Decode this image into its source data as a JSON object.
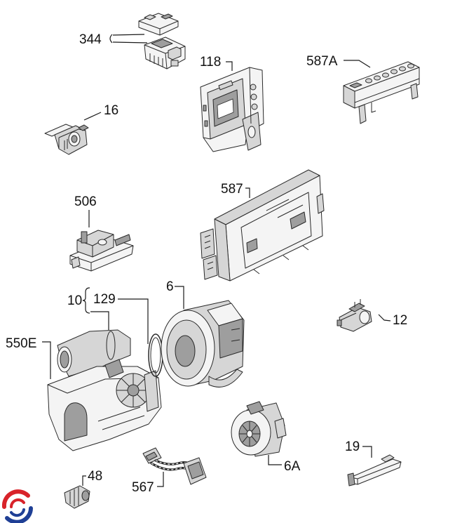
{
  "colors": {
    "line": "#2a2a2a",
    "fill_light": "#f4f4f4",
    "fill_mid": "#d6d6d6",
    "fill_dark": "#9e9e9e",
    "background": "#ffffff"
  },
  "logo": {
    "colors": {
      "red": "#d8232a",
      "blue": "#1f3f95"
    }
  },
  "parts": [
    {
      "label": "344"
    },
    {
      "label": "118"
    },
    {
      "label": "587A"
    },
    {
      "label": "16"
    },
    {
      "label": "506"
    },
    {
      "label": "587"
    },
    {
      "label": "6"
    },
    {
      "label": "10"
    },
    {
      "label": "129"
    },
    {
      "label": "12"
    },
    {
      "label": "550E"
    },
    {
      "label": "19"
    },
    {
      "label": "6A"
    },
    {
      "label": "48"
    },
    {
      "label": "567"
    }
  ]
}
